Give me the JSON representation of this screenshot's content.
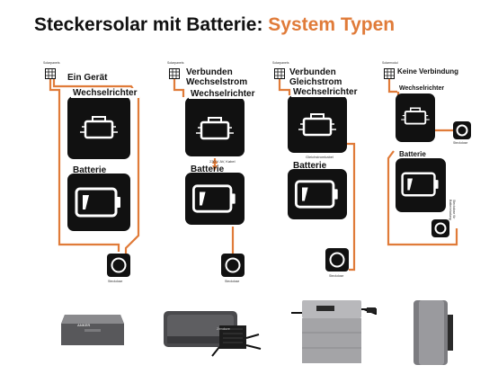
{
  "title": {
    "part1": "Steckersolar mit Batterie: ",
    "part2": "System Typen"
  },
  "colors": {
    "accent": "#e07b39",
    "block": "#111111"
  },
  "systems": [
    {
      "panel_label": "Solarpanels",
      "heading": "Ein Gerät",
      "inverter_label": "Wechselrichter",
      "battery_label": "Batterie",
      "socket_label": "Steckdose"
    },
    {
      "panel_label": "Solarpanels",
      "heading_line1": "Verbunden",
      "heading_line2": "Wechselstrom",
      "inverter_label": "Wechselrichter",
      "link_label": "230 V AV, Kabel",
      "battery_label": "Batterie",
      "socket_label": "Steckdose"
    },
    {
      "panel_label": "Solarpanels",
      "heading_line1": "Verbunden",
      "heading_line2": "Gleichstrom",
      "inverter_label": "Wechselrichter",
      "link_label": "Gleichstromkabel",
      "battery_label": "Batterie",
      "socket_label": "Steckdose"
    },
    {
      "panel_label": "Solarmodul",
      "heading": "Keine Verbindung",
      "inverter_label": "Wechselrichter",
      "socket_label_1": "Steckdose",
      "battery_label": "Batterie",
      "socket_label_2": "Steckdose für Batterieladung"
    }
  ],
  "photos": [
    {
      "brand": "ANKER"
    },
    {
      "brand": "Zendure"
    },
    {
      "brand": ""
    },
    {
      "brand": ""
    }
  ]
}
